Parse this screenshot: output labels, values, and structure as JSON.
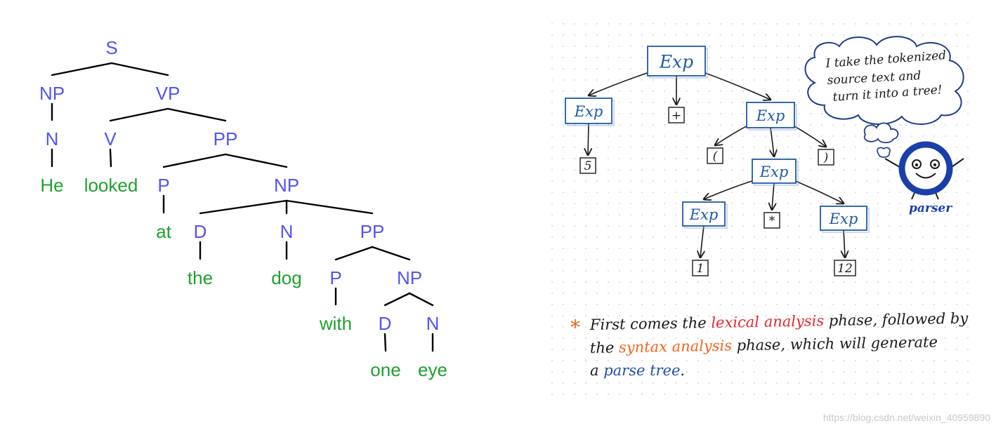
{
  "left_tree": {
    "nodes": [
      {
        "id": "S",
        "label": "S",
        "kind": "phrase"
      },
      {
        "id": "NP1",
        "label": "NP",
        "kind": "phrase"
      },
      {
        "id": "VP",
        "label": "VP",
        "kind": "phrase"
      },
      {
        "id": "N1",
        "label": "N",
        "kind": "phrase"
      },
      {
        "id": "V",
        "label": "V",
        "kind": "phrase"
      },
      {
        "id": "PP1",
        "label": "PP",
        "kind": "phrase"
      },
      {
        "id": "He",
        "label": "He",
        "kind": "word"
      },
      {
        "id": "looked",
        "label": "looked",
        "kind": "word"
      },
      {
        "id": "P1",
        "label": "P",
        "kind": "phrase"
      },
      {
        "id": "NP2",
        "label": "NP",
        "kind": "phrase"
      },
      {
        "id": "at",
        "label": "at",
        "kind": "word"
      },
      {
        "id": "D1",
        "label": "D",
        "kind": "phrase"
      },
      {
        "id": "N2",
        "label": "N",
        "kind": "phrase"
      },
      {
        "id": "PP2",
        "label": "PP",
        "kind": "phrase"
      },
      {
        "id": "the",
        "label": "the",
        "kind": "word"
      },
      {
        "id": "dog",
        "label": "dog",
        "kind": "word"
      },
      {
        "id": "P2",
        "label": "P",
        "kind": "phrase"
      },
      {
        "id": "NP3",
        "label": "NP",
        "kind": "phrase"
      },
      {
        "id": "with",
        "label": "with",
        "kind": "word"
      },
      {
        "id": "D2",
        "label": "D",
        "kind": "phrase"
      },
      {
        "id": "N3",
        "label": "N",
        "kind": "phrase"
      },
      {
        "id": "one",
        "label": "one",
        "kind": "word"
      },
      {
        "id": "eye",
        "label": "eye",
        "kind": "word"
      }
    ],
    "edges": [
      [
        "S",
        "NP1"
      ],
      [
        "S",
        "VP"
      ],
      [
        "NP1",
        "N1"
      ],
      [
        "N1",
        "He"
      ],
      [
        "VP",
        "V"
      ],
      [
        "VP",
        "PP1"
      ],
      [
        "V",
        "looked"
      ],
      [
        "PP1",
        "P1"
      ],
      [
        "PP1",
        "NP2"
      ],
      [
        "P1",
        "at"
      ],
      [
        "NP2",
        "D1"
      ],
      [
        "NP2",
        "N2"
      ],
      [
        "NP2",
        "PP2"
      ],
      [
        "D1",
        "the"
      ],
      [
        "N2",
        "dog"
      ],
      [
        "PP2",
        "P2"
      ],
      [
        "PP2",
        "NP3"
      ],
      [
        "P2",
        "with"
      ],
      [
        "NP3",
        "D2"
      ],
      [
        "NP3",
        "N3"
      ],
      [
        "D2",
        "one"
      ],
      [
        "N3",
        "eye"
      ]
    ]
  },
  "right_tree": {
    "nodes": [
      {
        "id": "root",
        "label": "Exp",
        "kind": "exp"
      },
      {
        "id": "expL",
        "label": "Exp",
        "kind": "exp"
      },
      {
        "id": "plus",
        "label": "+",
        "kind": "token"
      },
      {
        "id": "expR",
        "label": "Exp",
        "kind": "exp"
      },
      {
        "id": "five",
        "label": "5",
        "kind": "token"
      },
      {
        "id": "lparen",
        "label": "(",
        "kind": "token"
      },
      {
        "id": "expM",
        "label": "Exp",
        "kind": "exp"
      },
      {
        "id": "rparen",
        "label": ")",
        "kind": "token"
      },
      {
        "id": "expA",
        "label": "Exp",
        "kind": "exp"
      },
      {
        "id": "star",
        "label": "*",
        "kind": "token"
      },
      {
        "id": "expB",
        "label": "Exp",
        "kind": "exp"
      },
      {
        "id": "one",
        "label": "1",
        "kind": "token"
      },
      {
        "id": "twelve",
        "label": "12",
        "kind": "token"
      }
    ],
    "edges": [
      [
        "root",
        "expL"
      ],
      [
        "root",
        "plus"
      ],
      [
        "root",
        "expR"
      ],
      [
        "expL",
        "five"
      ],
      [
        "expR",
        "lparen"
      ],
      [
        "expR",
        "expM"
      ],
      [
        "expR",
        "rparen"
      ],
      [
        "expM",
        "expA"
      ],
      [
        "expM",
        "star"
      ],
      [
        "expM",
        "expB"
      ],
      [
        "expA",
        "one"
      ],
      [
        "expB",
        "twelve"
      ]
    ]
  },
  "bubble": {
    "lines": [
      "I take the tokenized",
      "source text and",
      "turn it into a tree!"
    ]
  },
  "mascot": {
    "label": "parser"
  },
  "note": {
    "marker": "*",
    "line1": [
      {
        "text": "First comes the ",
        "tone": "plain"
      },
      {
        "text": "lexical analysis",
        "tone": "red"
      },
      {
        "text": " phase, followed by",
        "tone": "plain"
      }
    ],
    "line2": [
      {
        "text": "the ",
        "tone": "plain"
      },
      {
        "text": "syntax analysis",
        "tone": "orange"
      },
      {
        "text": " phase, which will generate",
        "tone": "plain"
      }
    ],
    "line3": [
      {
        "text": "a ",
        "tone": "plain"
      },
      {
        "text": "parse tree",
        "tone": "blue"
      },
      {
        "text": ".",
        "tone": "plain"
      }
    ]
  },
  "watermark": {
    "text": "https://blog.csdn.net/weixin_40959890"
  },
  "colors": {
    "phrase": "#5353f5",
    "word": "#1fa12f",
    "line": "#000000",
    "exp_box": "#1e5aa8",
    "exp_text": "#1e5aa8",
    "ink": "#1a1a1a",
    "note_red": "#e3262d",
    "note_orange": "#f0661c",
    "note_blue": "#1f4fb0",
    "mascot": "#1a3fa8",
    "cloud": "#1f3b8a",
    "dot_grid": "#d6d6d6",
    "watermark": "#c8c8c8"
  }
}
